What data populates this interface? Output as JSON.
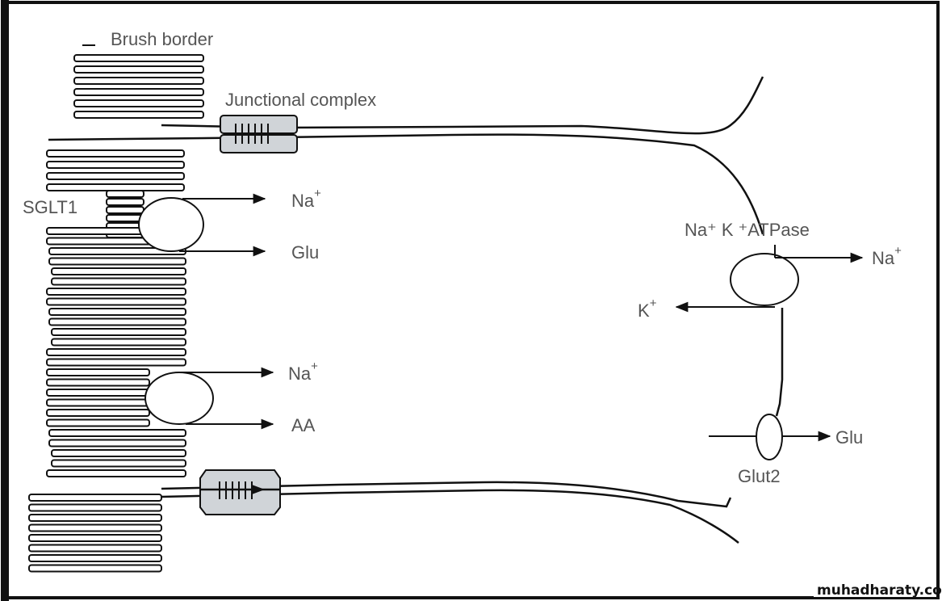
{
  "labels": {
    "brush_border": "Brush border",
    "junctional_complex": "Junctional complex",
    "sglt1": "SGLT1",
    "na_top": "Na",
    "na_top_sup": "+",
    "glu_apical": "Glu",
    "na_mid": "Na",
    "na_mid_sup": "+",
    "aa": "AA",
    "atpase": "Na⁺ K ⁺ATPase",
    "na_baso": "Na",
    "na_baso_sup": "+",
    "k": "K",
    "k_sup": "+",
    "glu_baso": "Glu",
    "glut2": "Glut2"
  },
  "watermark": "muhadharaty.com",
  "colors": {
    "line": "#111111",
    "junction_fill": "#d0d4d8",
    "text": "#555555"
  }
}
